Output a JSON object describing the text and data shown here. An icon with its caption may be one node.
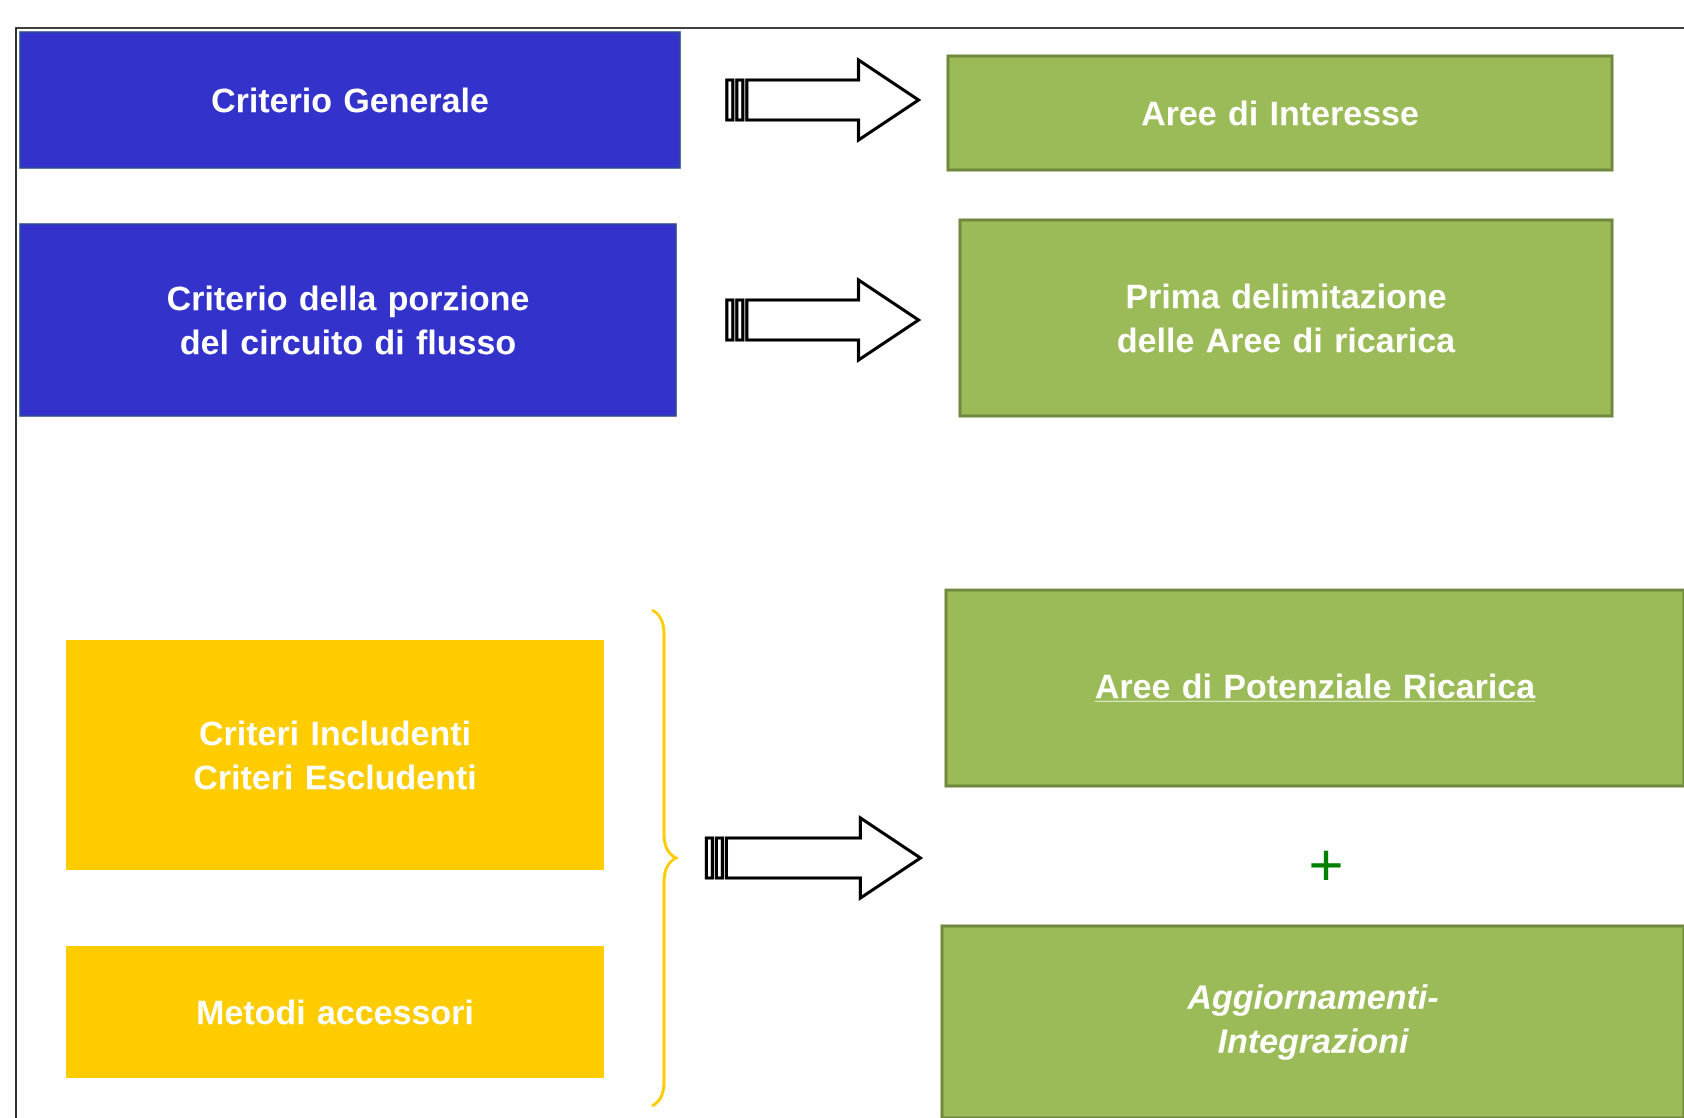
{
  "diagram": {
    "nodes": [
      {
        "text": [
          "Criterio Generale"
        ]
      },
      {
        "text": [
          "Aree di Interesse"
        ]
      },
      {
        "text": [
          "Criterio della porzione del circuito di flusso"
        ]
      },
      {
        "text": [
          "Prima delimitazione delle Aree di ricarica"
        ]
      },
      {
        "text": [
          "Criteri Includenti Criteri Escludenti"
        ]
      },
      {
        "text": [
          "Metodi accessori"
        ]
      },
      {
        "text": [],
        "shape": "bracket"
      },
      {
        "text": [
          "Aree di Potenziale Ricarica"
        ]
      },
      {
        "text": [
          "Aggiornamenti-Integrazioni"
        ]
      }
    ],
    "edges": [
      {
        "from": 0,
        "to": 1,
        "arrow": "to"
      },
      {
        "from": 2,
        "to": 3,
        "arrow": "to"
      },
      {
        "from": 6,
        "to": null,
        "arrow": "to"
      }
    ],
    "labels": [
      "+"
    ]
  }
}
